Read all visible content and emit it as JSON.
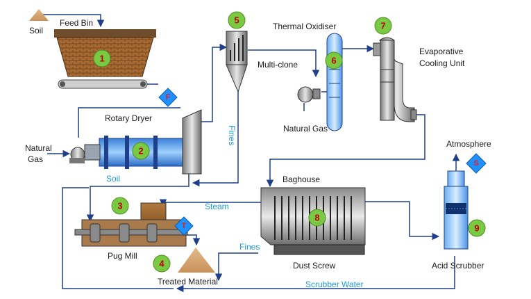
{
  "labels": {
    "soil_top": "Soil",
    "feed_bin": "Feed Bin",
    "rotary_dryer": "Rotary Dryer",
    "natural_gas_left_1": "Natural",
    "natural_gas_left_2": "Gas",
    "soil_mid": "Soil",
    "fines_vertical": "Fines",
    "multi_clone": "Multi-clone",
    "thermal_oxidiser": "Thermal Oxidiser",
    "natural_gas_center": "Natural Gas",
    "evaporative_1": "Evaporative",
    "evaporative_2": "Cooling Unit",
    "atmosphere": "Atmosphere",
    "baghouse": "Baghouse",
    "steam": "Steam",
    "pug_mill": "Pug Mill",
    "fines_bottom": "Fines",
    "dust_screw": "Dust Screw",
    "treated_material": "Treated Material",
    "scrubber_water": "Scrubber Water",
    "acid_scrubber": "Acid Scrubber"
  },
  "stage_numbers": [
    "1",
    "2",
    "3",
    "4",
    "5",
    "6",
    "7",
    "8",
    "9"
  ],
  "sample_points": {
    "F": "F",
    "T": "T",
    "S": "S"
  },
  "colors": {
    "flow_line": "#1e3f8a",
    "stage_circle": "#7ac943",
    "stage_number": "#c00000",
    "sample_diamond": "#1e90ff",
    "sample_letter": "#e41e1e",
    "accent_text": "#1e9ad6"
  }
}
